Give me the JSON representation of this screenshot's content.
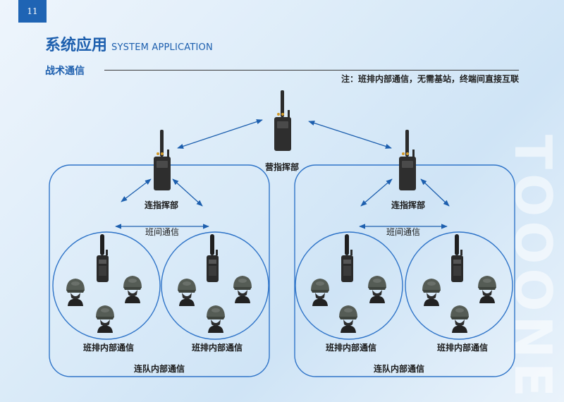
{
  "page_number": "11",
  "header": {
    "title_cn": "系统应用",
    "title_en": "SYSTEM APPLICATION",
    "subtitle": "战术通信",
    "note": "注：班排内部通信，无需基站，终端间直接互联"
  },
  "watermark": "TOOONE",
  "diagram": {
    "battalion_label": "营指挥部",
    "left_company": {
      "hq_label": "连指挥部",
      "inter_squad_label": "班间通信",
      "squad_labels": [
        "班排内部通信",
        "班排内部通信"
      ],
      "company_label": "连队内部通信"
    },
    "right_company": {
      "hq_label": "连指挥部",
      "inter_squad_label": "班间通信",
      "squad_labels": [
        "班排内部通信",
        "班排内部通信"
      ],
      "company_label": "连队内部通信"
    }
  },
  "colors": {
    "brand_blue": "#1f64b4",
    "circle_stroke": "#2f74c8",
    "arrow": "#1d5fae",
    "device": "#2b2b2b"
  },
  "icons": [
    "radio-base-station-icon",
    "handheld-radio-icon",
    "soldier-head-icon"
  ]
}
